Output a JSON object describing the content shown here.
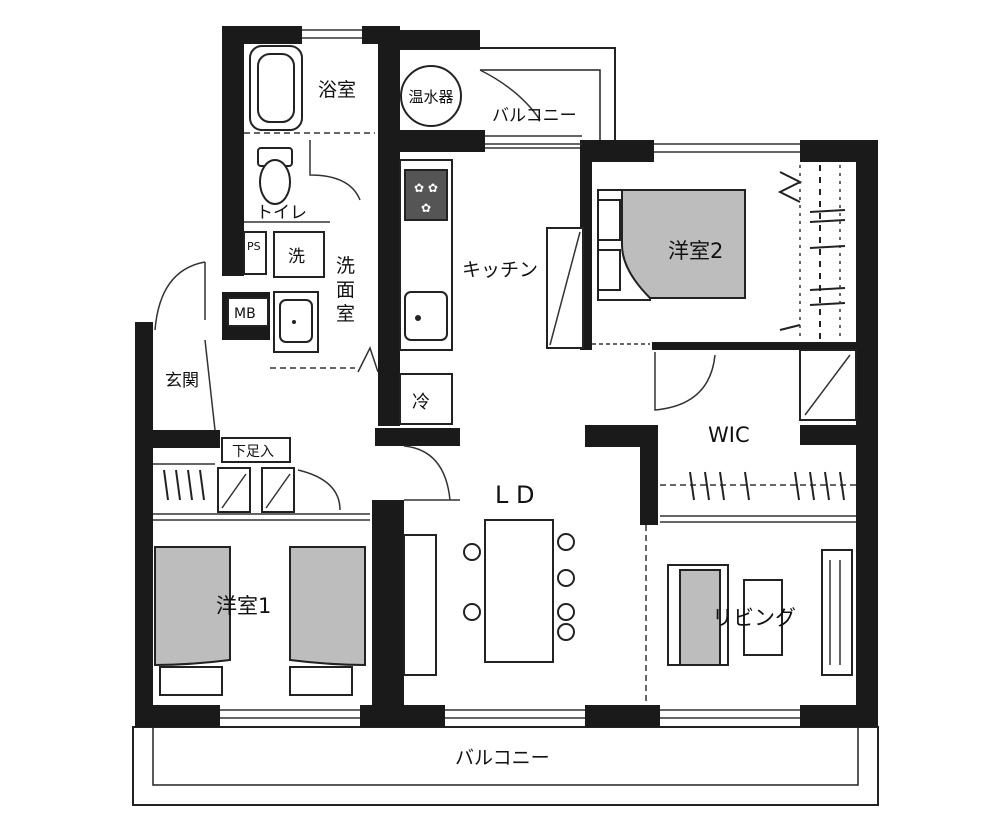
{
  "rooms": {
    "bathroom": "浴室",
    "water_heater": "温水器",
    "balcony_top": "バルコニー",
    "toilet": "トイレ",
    "ps": "PS",
    "washer": "洗",
    "washroom": "洗面室",
    "mb": "MB",
    "kitchen": "キッチン",
    "bedroom2": "洋室2",
    "entrance": "玄関",
    "fridge": "冷",
    "shoe_storage": "下足入",
    "wic": "WIC",
    "ld": "L D",
    "bedroom1": "洋室1",
    "living": "リビング",
    "balcony_bottom": "バルコニー"
  },
  "colors": {
    "wall": "#1a1a1a",
    "furniture_fill": "#bdbdbd",
    "background": "#ffffff"
  }
}
